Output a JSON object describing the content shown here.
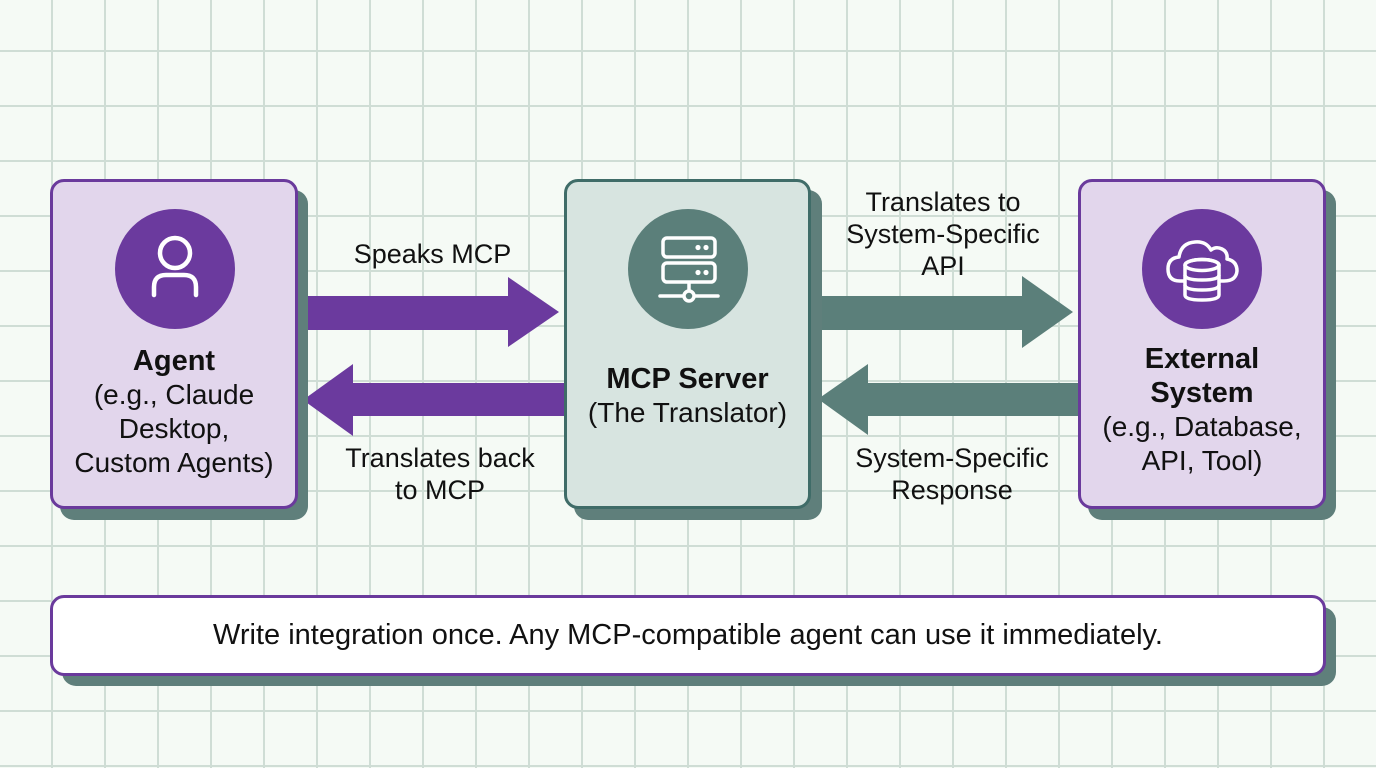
{
  "diagram": {
    "nodes": {
      "agent": {
        "title": "Agent",
        "subtitle": "(e.g., Claude\nDesktop,\nCustom Agents)",
        "icon": "user-icon"
      },
      "mcp_server": {
        "title": "MCP Server",
        "subtitle": "(The Translator)",
        "icon": "server-icon"
      },
      "external_system": {
        "title": "External\nSystem",
        "subtitle": "(e.g., Database,\nAPI, Tool)",
        "icon": "cloud-database-icon"
      }
    },
    "edges": {
      "agent_to_server": {
        "label": "Speaks MCP",
        "direction": "right"
      },
      "server_to_agent": {
        "label": "Translates back\nto MCP",
        "direction": "left"
      },
      "server_to_external": {
        "label": "Translates to\nSystem-Specific\nAPI",
        "direction": "right"
      },
      "external_to_server": {
        "label": "System-Specific\nResponse",
        "direction": "left"
      }
    },
    "banner": {
      "text": "Write integration once. Any MCP-compatible agent can use it immediately."
    }
  },
  "colors": {
    "purple_accent": "#6b3a9e",
    "teal_accent": "#5b7f7a",
    "purple_fill": "#e2d6ec",
    "teal_fill": "#d7e4e0",
    "shadow": "#5f7f7b",
    "background": "#f5faf5",
    "grid": "#cfddd5"
  }
}
